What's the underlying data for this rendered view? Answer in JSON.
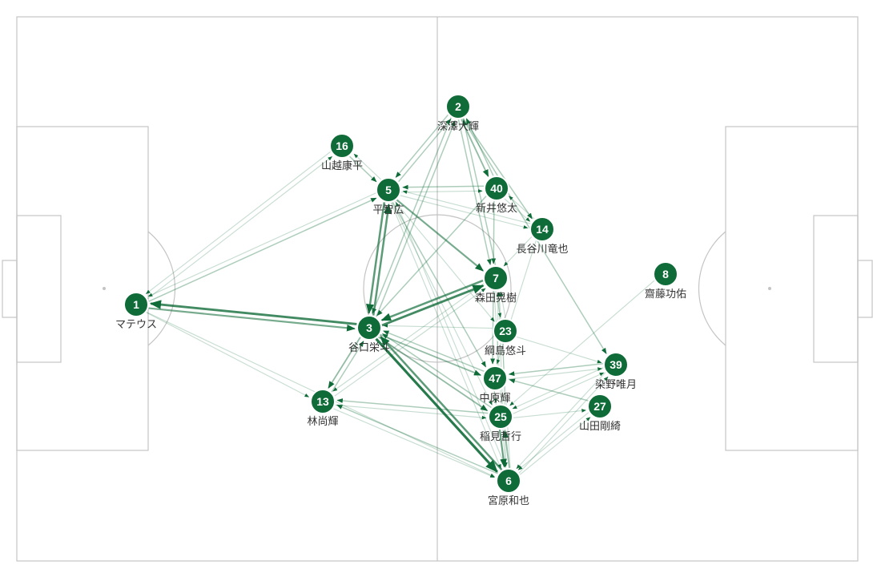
{
  "colors": {
    "node": "#0f6b38",
    "node_stroke": "#ffffff",
    "edge": "#0f6b38",
    "pitch_line": "#c4c4c4",
    "name_text": "#333333"
  },
  "players": [
    {
      "num": "1",
      "name": "マテウス"
    },
    {
      "num": "2",
      "name": "深澤大輝"
    },
    {
      "num": "3",
      "name": "谷口栄斗"
    },
    {
      "num": "5",
      "name": "平智広"
    },
    {
      "num": "6",
      "name": "宮原和也"
    },
    {
      "num": "7",
      "name": "森田晃樹"
    },
    {
      "num": "8",
      "name": "齋藤功佑"
    },
    {
      "num": "13",
      "name": "林尚輝"
    },
    {
      "num": "14",
      "name": "長谷川竜也"
    },
    {
      "num": "16",
      "name": "山越康平"
    },
    {
      "num": "23",
      "name": "綱島悠斗"
    },
    {
      "num": "25",
      "name": "稲見哲行"
    },
    {
      "num": "27",
      "name": "山田剛綺"
    },
    {
      "num": "39",
      "name": "染野唯月"
    },
    {
      "num": "40",
      "name": "新井悠太"
    },
    {
      "num": "47",
      "name": "中原輝"
    }
  ],
  "passes": [
    {
      "from": "3",
      "to": "1",
      "count": 6
    },
    {
      "from": "1",
      "to": "3",
      "count": 4
    },
    {
      "from": "3",
      "to": "6",
      "count": 7
    },
    {
      "from": "6",
      "to": "3",
      "count": 5
    },
    {
      "from": "3",
      "to": "7",
      "count": 6
    },
    {
      "from": "7",
      "to": "3",
      "count": 5
    },
    {
      "from": "3",
      "to": "5",
      "count": 5
    },
    {
      "from": "5",
      "to": "3",
      "count": 5
    },
    {
      "from": "5",
      "to": "7",
      "count": 4
    },
    {
      "from": "3",
      "to": "13",
      "count": 3
    },
    {
      "from": "13",
      "to": "3",
      "count": 2
    },
    {
      "from": "25",
      "to": "6",
      "count": 4
    },
    {
      "from": "6",
      "to": "25",
      "count": 3
    },
    {
      "from": "3",
      "to": "47",
      "count": 3
    },
    {
      "from": "47",
      "to": "3",
      "count": 2
    },
    {
      "from": "3",
      "to": "25",
      "count": 3
    },
    {
      "from": "25",
      "to": "3",
      "count": 2
    },
    {
      "from": "2",
      "to": "40",
      "count": 3
    },
    {
      "from": "40",
      "to": "2",
      "count": 2
    },
    {
      "from": "2",
      "to": "5",
      "count": 2
    },
    {
      "from": "5",
      "to": "2",
      "count": 2
    },
    {
      "from": "2",
      "to": "7",
      "count": 2
    },
    {
      "from": "7",
      "to": "2",
      "count": 2
    },
    {
      "from": "2",
      "to": "3",
      "count": 2
    },
    {
      "from": "3",
      "to": "2",
      "count": 2
    },
    {
      "from": "2",
      "to": "14",
      "count": 2
    },
    {
      "from": "2",
      "to": "39",
      "count": 2
    },
    {
      "from": "16",
      "to": "5",
      "count": 2
    },
    {
      "from": "5",
      "to": "16",
      "count": 1
    },
    {
      "from": "40",
      "to": "5",
      "count": 2
    },
    {
      "from": "5",
      "to": "40",
      "count": 1
    },
    {
      "from": "40",
      "to": "7",
      "count": 2
    },
    {
      "from": "40",
      "to": "3",
      "count": 2
    },
    {
      "from": "40",
      "to": "14",
      "count": 1
    },
    {
      "from": "14",
      "to": "40",
      "count": 1
    },
    {
      "from": "5",
      "to": "14",
      "count": 1
    },
    {
      "from": "14",
      "to": "5",
      "count": 1
    },
    {
      "from": "14",
      "to": "47",
      "count": 1
    },
    {
      "from": "14",
      "to": "7",
      "count": 1
    },
    {
      "from": "5",
      "to": "47",
      "count": 2
    },
    {
      "from": "5",
      "to": "23",
      "count": 1
    },
    {
      "from": "5",
      "to": "25",
      "count": 1
    },
    {
      "from": "5",
      "to": "6",
      "count": 1
    },
    {
      "from": "5",
      "to": "1",
      "count": 1
    },
    {
      "from": "1",
      "to": "5",
      "count": 2
    },
    {
      "from": "1",
      "to": "13",
      "count": 1
    },
    {
      "from": "1",
      "to": "16",
      "count": 1
    },
    {
      "from": "7",
      "to": "47",
      "count": 2
    },
    {
      "from": "7",
      "to": "23",
      "count": 1
    },
    {
      "from": "7",
      "to": "6",
      "count": 1
    },
    {
      "from": "7",
      "to": "13",
      "count": 1
    },
    {
      "from": "23",
      "to": "7",
      "count": 1
    },
    {
      "from": "23",
      "to": "3",
      "count": 1
    },
    {
      "from": "23",
      "to": "6",
      "count": 1
    },
    {
      "from": "47",
      "to": "7",
      "count": 1
    },
    {
      "from": "47",
      "to": "25",
      "count": 1
    },
    {
      "from": "47",
      "to": "6",
      "count": 1
    },
    {
      "from": "47",
      "to": "39",
      "count": 1
    },
    {
      "from": "39",
      "to": "47",
      "count": 2
    },
    {
      "from": "27",
      "to": "47",
      "count": 2
    },
    {
      "from": "39",
      "to": "25",
      "count": 1
    },
    {
      "from": "39",
      "to": "6",
      "count": 1
    },
    {
      "from": "27",
      "to": "6",
      "count": 1
    },
    {
      "from": "8",
      "to": "25",
      "count": 1
    },
    {
      "from": "25",
      "to": "13",
      "count": 2
    },
    {
      "from": "13",
      "to": "25",
      "count": 1
    },
    {
      "from": "6",
      "to": "13",
      "count": 2
    },
    {
      "from": "13",
      "to": "6",
      "count": 1
    },
    {
      "from": "25",
      "to": "39",
      "count": 1
    },
    {
      "from": "6",
      "to": "39",
      "count": 1
    },
    {
      "from": "6",
      "to": "27",
      "count": 1
    },
    {
      "from": "6",
      "to": "7",
      "count": 1
    },
    {
      "from": "6",
      "to": "5",
      "count": 1
    },
    {
      "from": "25",
      "to": "7",
      "count": 1
    },
    {
      "from": "25",
      "to": "27",
      "count": 1
    },
    {
      "from": "23",
      "to": "39",
      "count": 1
    },
    {
      "from": "13",
      "to": "7",
      "count": 1
    },
    {
      "from": "1",
      "to": "6",
      "count": 1
    },
    {
      "from": "16",
      "to": "1",
      "count": 1
    }
  ]
}
